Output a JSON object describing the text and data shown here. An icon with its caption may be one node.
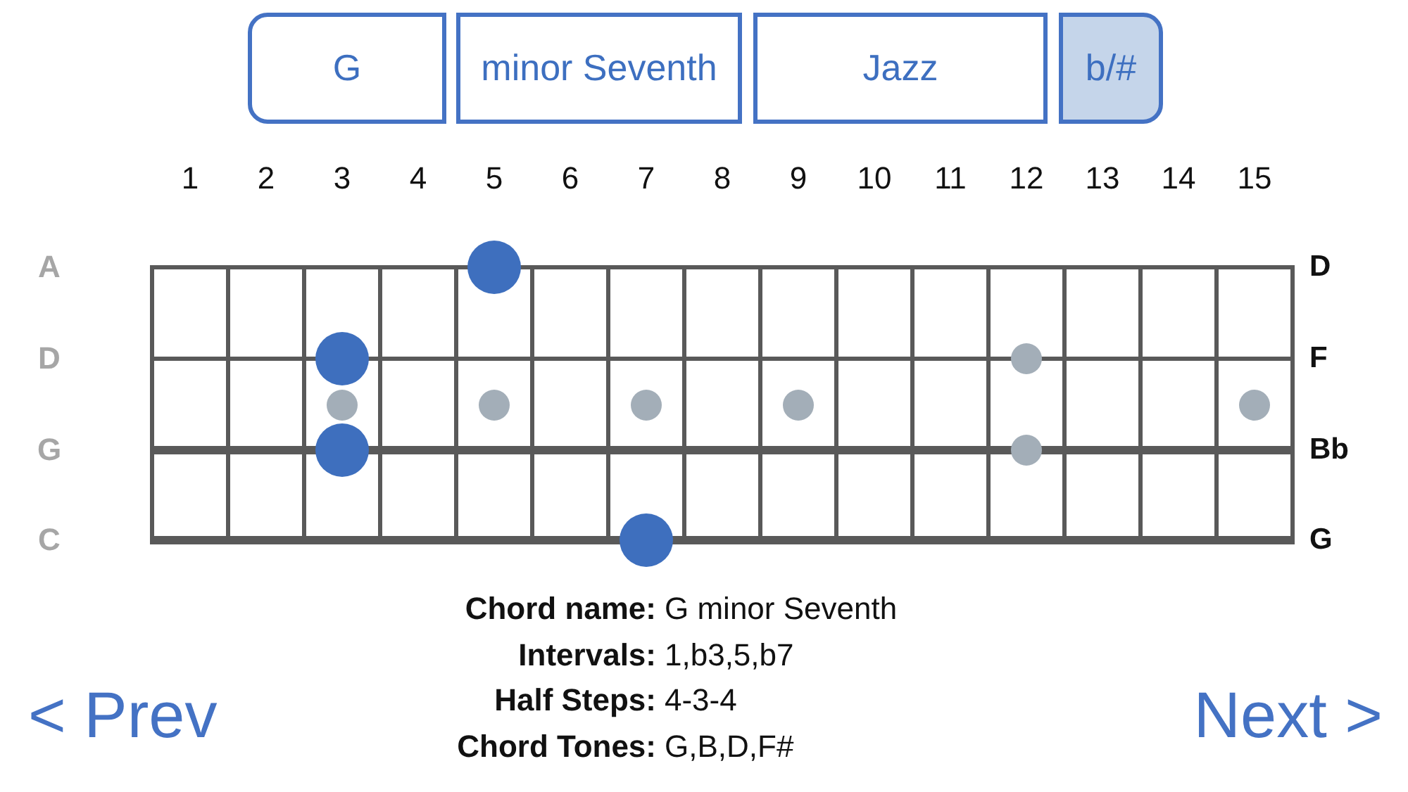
{
  "diagram": {
    "nodes": [
      {
        "text": [
          "G"
        ]
      },
      {
        "text": [
          "minor Seventh"
        ]
      },
      {
        "text": [
          "Jazz"
        ]
      },
      {
        "text": [
          "b/#"
        ]
      }
    ],
    "labels": [
      "1",
      "2",
      "3",
      "4",
      "5",
      "6",
      "7",
      "8",
      "9",
      "10",
      "11",
      "12",
      "13",
      "14",
      "15",
      "A",
      "D",
      "D",
      "F",
      "G",
      "Bb",
      "C",
      "G",
      "Chord name:",
      "G minor Seventh",
      "Intervals:",
      "1,b3,5,b7",
      "< Prev",
      "Half Steps:",
      "4-3-4",
      "Next >",
      "Chord Tones:",
      "G,B,D,F#"
    ]
  }
}
